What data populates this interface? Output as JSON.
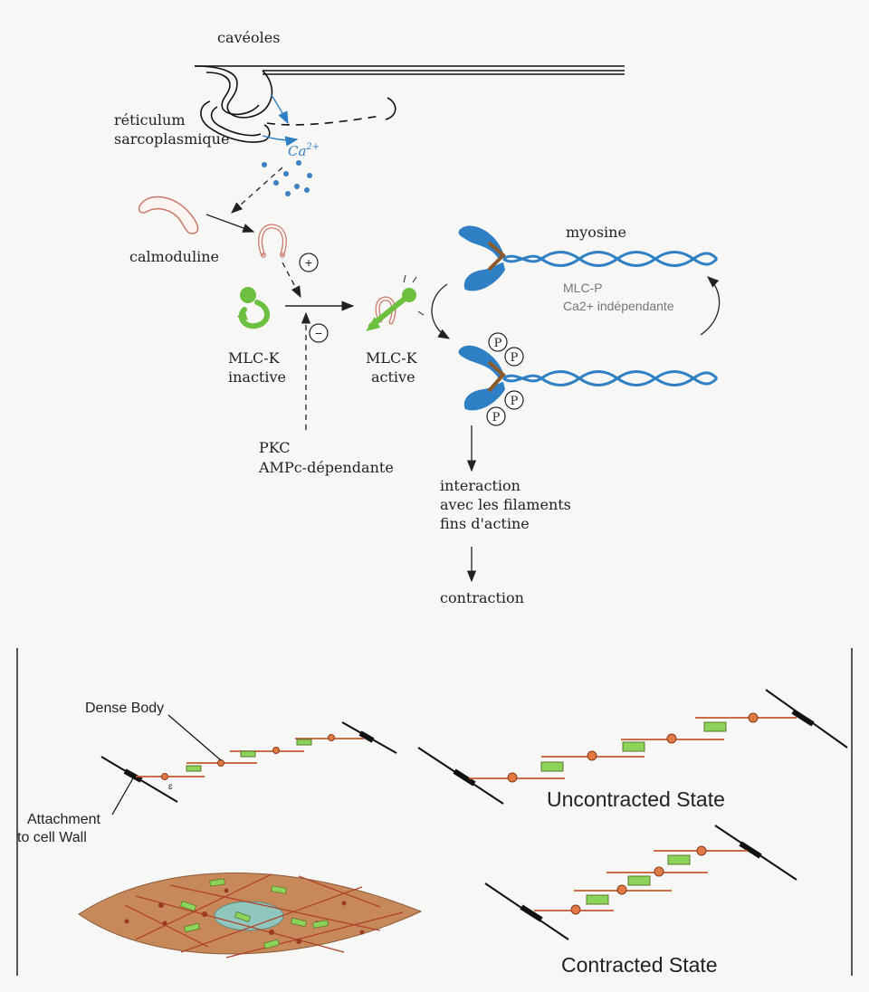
{
  "top": {
    "caveoles": "cavéoles",
    "reticulum_line1": "réticulum",
    "reticulum_line2": "sarcoplasmique",
    "calcium_base": "Ca",
    "calcium_sup": "2+",
    "calmoduline": "calmoduline",
    "plus_sign": "+",
    "minus_sign": "−",
    "mlck_inactive_line1": "MLC-K",
    "mlck_inactive_line2": "inactive",
    "mlck_active_line1": "MLC-K",
    "mlck_active_line2": "active",
    "pkc_line1": "PKC",
    "pkc_line2": "AMPc-dépendante",
    "myosine": "myosine",
    "mlcp_line1": "MLC-P",
    "mlcp_line2": "Ca2+ indépendante",
    "phosphate": "P",
    "interaction_line1": "interaction",
    "interaction_line2": "avec les filaments",
    "interaction_line3": "fins d'actine",
    "contraction": "contraction"
  },
  "bottom": {
    "dense_body": "Dense Body",
    "attachment_line1": "Attachment",
    "attachment_line2": "to cell Wall",
    "uncontracted": "Uncontracted State",
    "contracted": "Contracted State",
    "small_mark": "ɛ"
  },
  "colors": {
    "myosin_blue": "#2f7fc4",
    "calcium_blue": "#3b82c4",
    "calmodulin_outline": "#c9786a",
    "mlck_green": "#6cbf3f",
    "actin_orange": "#c9582e",
    "myosin_green": "#8cd35a",
    "cell_fill": "#c8895a",
    "nucleus": "#8fc7bf"
  }
}
